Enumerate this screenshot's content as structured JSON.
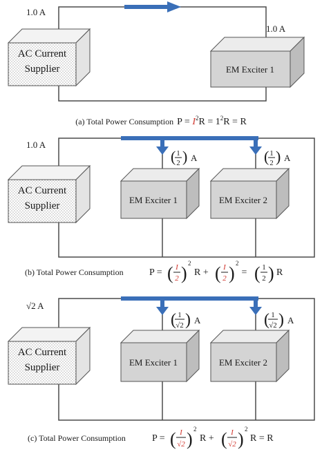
{
  "colors": {
    "wire": "#4a4a4a",
    "arrow": "#3a6fb8",
    "box_face": "#d4d4d4",
    "box_top": "#ececec",
    "box_side": "#bdbdbd",
    "supplier_face": "#ffffff",
    "supplier_top": "#f3f3f3",
    "supplier_side": "#e4e4e4",
    "dots": "#8a8a8a",
    "highlight_variable": "#d0342c"
  },
  "panel_a": {
    "left_current": "1.0 A",
    "right_current": "1.0 A",
    "supplier_line1": "AC Current",
    "supplier_line2": "Supplier",
    "exciter_label": "EM Exciter 1",
    "caption_prefix": "(a) Total Power Consumption",
    "caption_formula": {
      "p_eq": "P = ",
      "var_i": "I",
      "sq": "2",
      "r_eq": "R = 1",
      "sq2": "2",
      "rest": "R = R"
    }
  },
  "panel_b": {
    "left_current": "1.0 A",
    "branch_current_num": "1",
    "branch_current_den": "2",
    "branch_unit": "A",
    "supplier_line1": "AC Current",
    "supplier_line2": "Supplier",
    "exciter1_label": "EM Exciter 1",
    "exciter2_label": "EM Exciter 2",
    "caption_prefix": "(b) Total Power Consumption",
    "caption_formula": {
      "p_eq": "P = ",
      "var_i": "I",
      "den": "2",
      "sq": "2",
      "r_plus": "R + ",
      "eq": " = ",
      "res_num": "1",
      "res_den": "2",
      "r": "R"
    }
  },
  "panel_c": {
    "left_current": "√2 A",
    "branch_current_num": "1",
    "branch_current_den": "√2",
    "branch_unit": "A",
    "supplier_line1": "AC Current",
    "supplier_line2": "Supplier",
    "exciter1_label": "EM Exciter 1",
    "exciter2_label": "EM Exciter 2",
    "caption_prefix": "(c) Total Power Consumption",
    "caption_formula": {
      "p_eq": "P = ",
      "var_i": "I",
      "den": "√2",
      "sq": "2",
      "r_plus": "R + ",
      "rest": "R = R"
    }
  }
}
